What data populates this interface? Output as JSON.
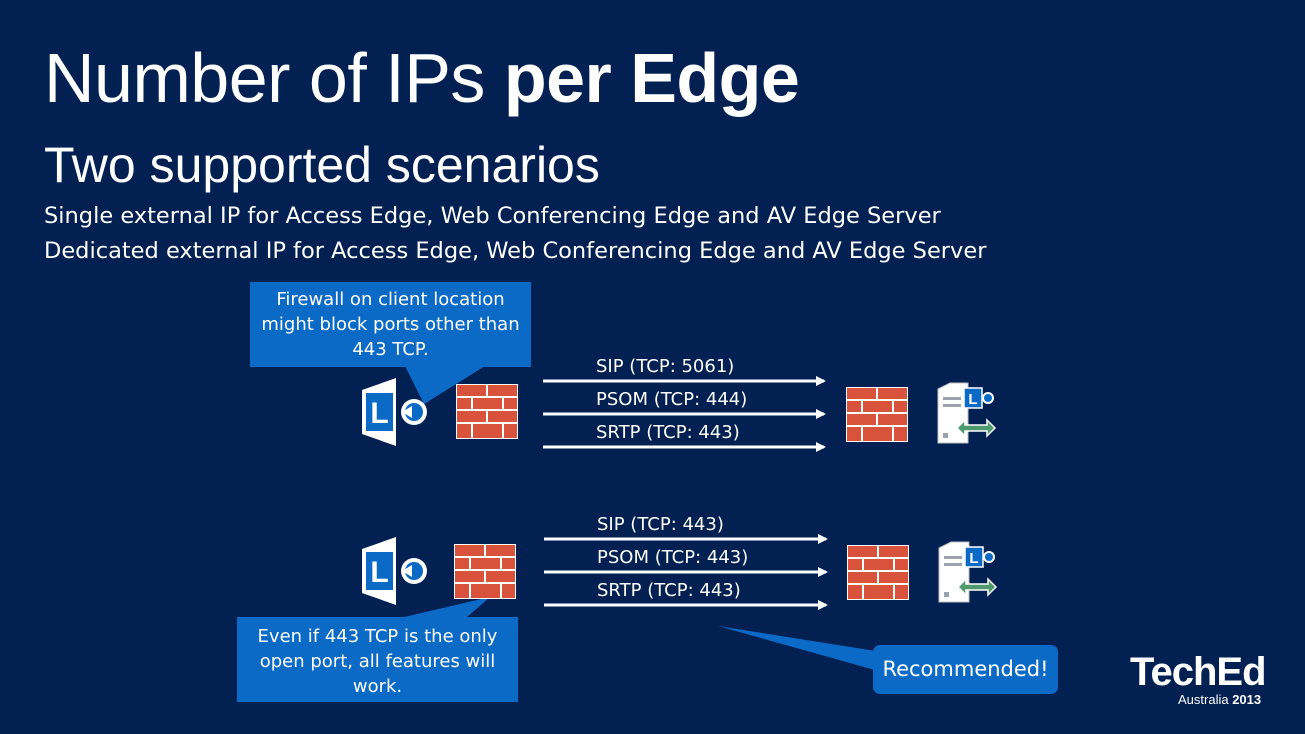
{
  "slide": {
    "title_regular": "Number of IPs ",
    "title_bold": "per Edge",
    "subtitle": "Two supported scenarios",
    "bullets": [
      "Single external IP for Access Edge, Web Conferencing Edge and AV Edge Server",
      "Dedicated external IP for Access Edge, Web Conferencing Edge and AV Edge Server"
    ]
  },
  "scenario_top": {
    "callout": "Firewall on client location might block ports other than 443 TCP.",
    "flows": [
      "SIP (TCP: 5061)",
      "PSOM (TCP: 444)",
      "SRTP (TCP: 443)"
    ]
  },
  "scenario_bottom": {
    "callout": "Even if 443 TCP is the only open port, all features will work.",
    "flows": [
      "SIP (TCP: 443)",
      "PSOM (TCP: 443)",
      "SRTP (TCP: 443)"
    ],
    "recommended": "Recommended!"
  },
  "logo": {
    "name": "TechEd",
    "region": "Australia",
    "year": "2013"
  },
  "colors": {
    "background": "#022052",
    "callout": "#0a6ac6",
    "brick": "#d9533c",
    "lync_blue": "#0a6ac6"
  },
  "icons": [
    "lync-client-icon",
    "firewall-icon",
    "edge-server-icon",
    "arrow-right-icon"
  ]
}
